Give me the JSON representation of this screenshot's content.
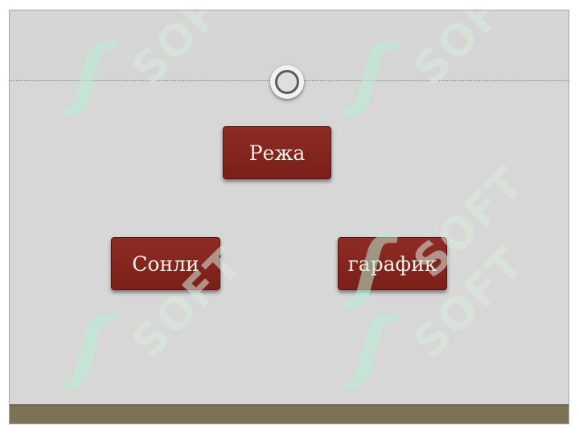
{
  "diagram": {
    "nodes": {
      "top": "Режа",
      "left": "Сонли",
      "right": "гарафик"
    }
  },
  "watermark": {
    "text": "SOFT",
    "glyph": "ʃ"
  },
  "colors": {
    "slide_background": "#d7d7d7",
    "box_fill": "#85261f",
    "box_text": "#f6efe8",
    "footer_band": "#7b7257",
    "watermark": "#b7f0d4"
  }
}
